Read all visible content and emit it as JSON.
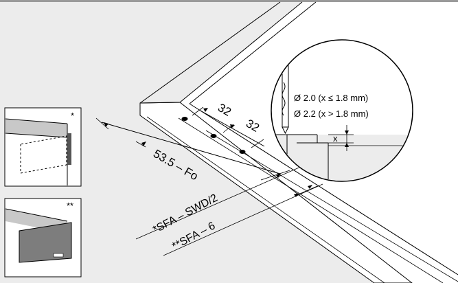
{
  "dimensions": {
    "hole_pitch_1": "32",
    "hole_pitch_2": "32",
    "front_offset": "53.5 – Fo",
    "sfa_swd": "*SFA – SWD/2",
    "sfa_6": "**SFA – 6"
  },
  "drill_spec": {
    "line1": "Ø 2.0 (x ≤ 1.8 mm)",
    "line2": "Ø 2.2 (x > 1.8 mm)",
    "depth_label": "x"
  },
  "insets": [
    {
      "marker": "*"
    },
    {
      "marker": "**"
    }
  ],
  "colors": {
    "background": "#ececec",
    "panel": "#ffffff",
    "line": "#000000",
    "drawer_front": "#7d7d7d"
  }
}
